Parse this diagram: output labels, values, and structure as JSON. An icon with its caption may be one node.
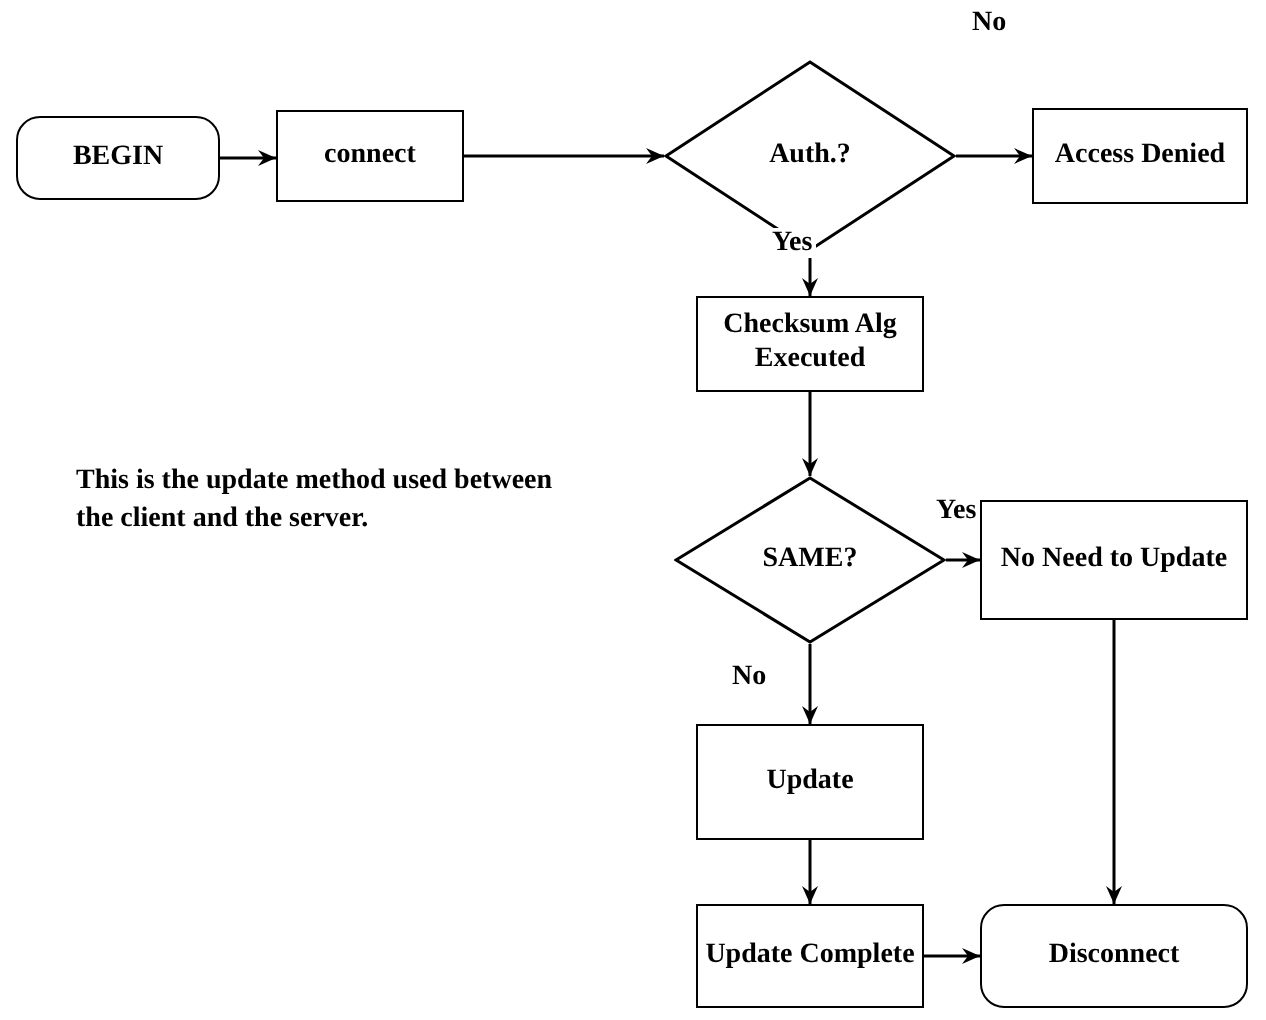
{
  "diagram": {
    "nodes": [
      {
        "text": [
          "BEGIN"
        ]
      },
      {
        "text": [
          "connect"
        ]
      },
      {
        "text": [
          "Auth.?"
        ]
      },
      {
        "text": [
          "Access Denied"
        ]
      },
      {
        "text": [
          "Checksum Alg Executed"
        ]
      },
      {
        "text": [
          "SAME?"
        ]
      },
      {
        "text": [
          "No Need to Update"
        ]
      },
      {
        "text": [
          "Update"
        ]
      },
      {
        "text": [
          "Update Complete"
        ]
      },
      {
        "text": [
          "Disconnect"
        ]
      }
    ],
    "edges": [
      {
        "from": 0,
        "to": 1,
        "arrow": "to"
      },
      {
        "from": 1,
        "to": 2,
        "arrow": "to"
      },
      {
        "from": 2,
        "to": 3,
        "arrow": "to",
        "label": "No"
      },
      {
        "from": 2,
        "to": 4,
        "arrow": "to",
        "label": "Yes"
      },
      {
        "from": 4,
        "to": 5,
        "arrow": "to"
      },
      {
        "from": 5,
        "to": 6,
        "arrow": "to",
        "label": "Yes"
      },
      {
        "from": 5,
        "to": 7,
        "arrow": "to",
        "label": "No"
      },
      {
        "from": 7,
        "to": 8,
        "arrow": "to"
      },
      {
        "from": 8,
        "to": 9,
        "arrow": "to"
      },
      {
        "from": 6,
        "to": 9,
        "arrow": "to"
      }
    ],
    "labels": [
      "This is the update method used between the client and the server."
    ]
  }
}
